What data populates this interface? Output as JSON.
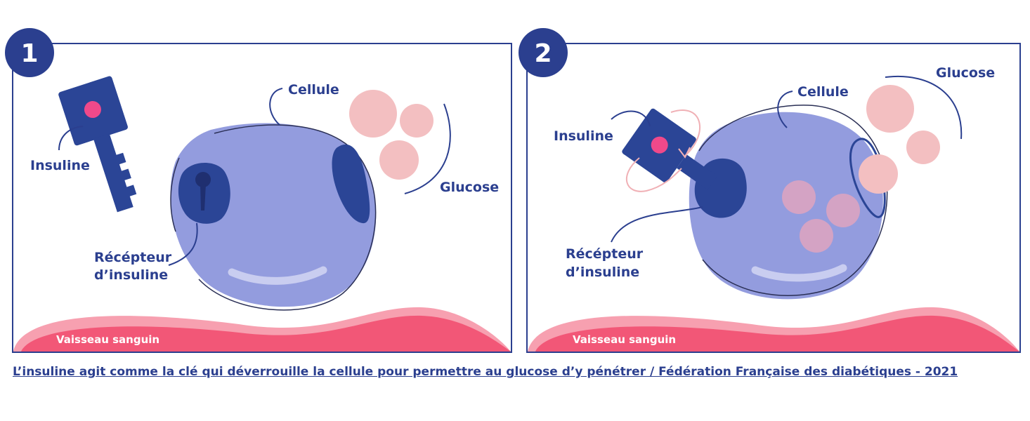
{
  "panels": [
    {
      "number": "1",
      "labels": {
        "cell": "Cellule",
        "glucose": "Glucose",
        "insulin": "Insuline",
        "receptor_line1": "Récépteur",
        "receptor_line2": "d’insuline",
        "vessel": "Vaisseau sanguin"
      }
    },
    {
      "number": "2",
      "labels": {
        "cell": "Cellule",
        "glucose": "Glucose",
        "insulin": "Insuline",
        "receptor_line1": "Récépteur",
        "receptor_line2": "d’insuline",
        "vessel": "Vaisseau sanguin"
      }
    }
  ],
  "caption": "L’insuline agit comme la clé qui déverrouille la cellule pour permettre au glucose d’y pénétrer / Fédération Française des diabétiques - 2021",
  "colors": {
    "frame": "#2b3f8f",
    "cell": "#939cde",
    "receptor": "#2b4596",
    "glucose": "#f3bfc1",
    "vessel": "#f25777",
    "vessel_light": "#f7a0b0",
    "key_accent": "#f0498a"
  }
}
